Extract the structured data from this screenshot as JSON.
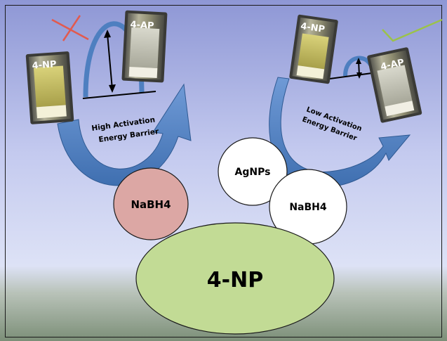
{
  "diagram": {
    "left_pathway": {
      "reactant_label": "4-NP",
      "product_label": "4-AP",
      "barrier_line1": "High Activation",
      "barrier_line2": "Energy Barrier",
      "result_mark": "cross-mark",
      "result_color": "#e25a4e"
    },
    "right_pathway": {
      "reactant_label": "4-NP",
      "product_label": "4-AP",
      "barrier_line1": "Low Activation",
      "barrier_line2": "Energy Barrier",
      "result_mark": "check-mark",
      "result_color": "#9bc24a"
    },
    "nodes": {
      "left_reductant": "NaBH4",
      "catalyst": "AgNPs",
      "right_reductant": "NaBH4",
      "substrate": "4-NP"
    },
    "colors": {
      "background_top": "#8e97d5",
      "background_mid": "#d4daf5",
      "background_bottom": "#7e907a",
      "arrow": "#4e7fc0",
      "reductant_fill_left": "#dca7a4",
      "substrate_fill": "#c2db95"
    }
  }
}
